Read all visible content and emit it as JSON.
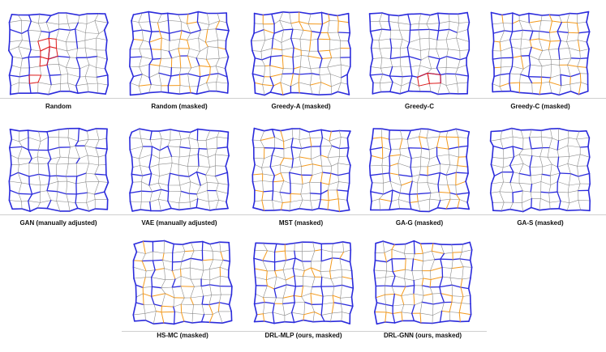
{
  "colors": {
    "boundary": "#2b2bdc",
    "boundary_inner": "#2b2bdc",
    "grid": "#8c8c8c",
    "highlight_orange": "#f39a1e",
    "highlight_red": "#e01e1e"
  },
  "panels": [
    {
      "caption": "Random",
      "style": "red"
    },
    {
      "caption": "Random (masked)",
      "style": "orange"
    },
    {
      "caption": "Greedy-A (masked)",
      "style": "orange"
    },
    {
      "caption": "Greedy-C",
      "style": "red"
    },
    {
      "caption": "Greedy-C (masked)",
      "style": "orange"
    },
    {
      "caption": "GAN (manually adjusted)",
      "style": "plain"
    },
    {
      "caption": "VAE (manually adjusted)",
      "style": "plain"
    },
    {
      "caption": "MST (masked)",
      "style": "orange"
    },
    {
      "caption": "GA-G (masked)",
      "style": "orange"
    },
    {
      "caption": "GA-S (masked)",
      "style": "plain"
    },
    {
      "caption": "HS-MC (masked)",
      "style": "orange"
    },
    {
      "caption": "DRL-MLP (ours, masked)",
      "style": "orange"
    },
    {
      "caption": "DRL-GNN (ours, masked)",
      "style": "orange"
    }
  ]
}
